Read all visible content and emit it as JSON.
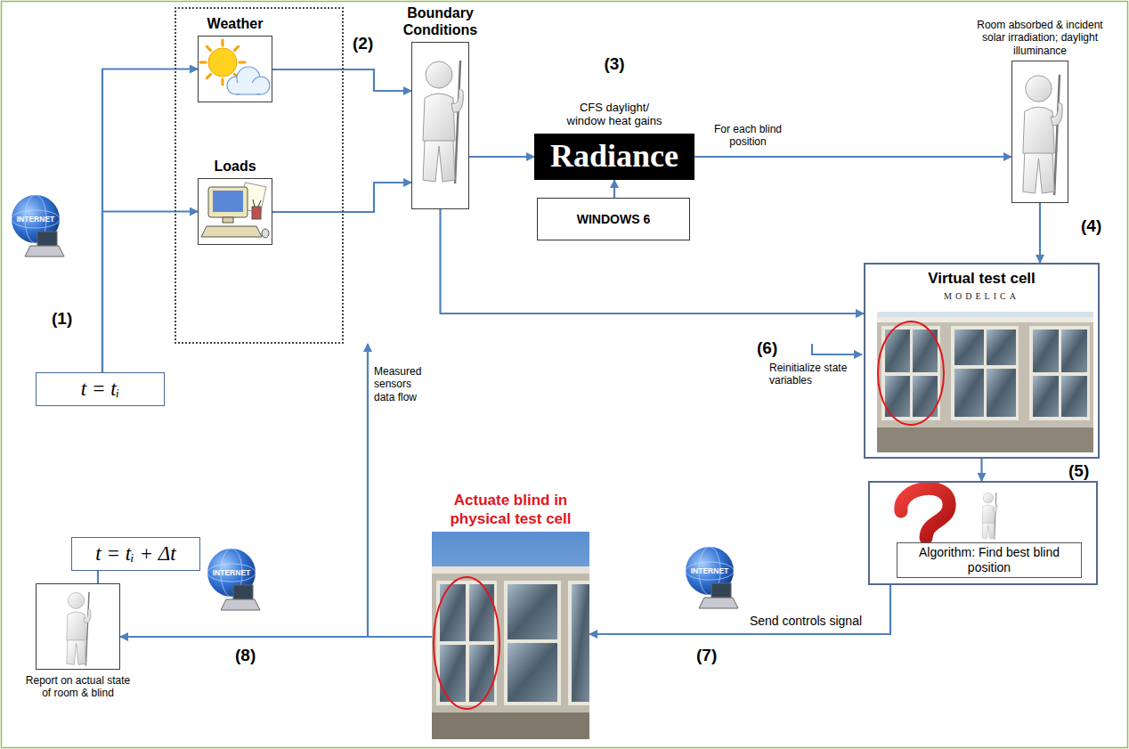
{
  "diagram": {
    "nodes": [
      {
        "text": [
          "(2)"
        ]
      },
      {
        "text": [
          "Weather"
        ],
        "in": 0
      },
      {
        "text": [
          "Loads"
        ],
        "in": 0
      },
      {
        "text": [
          "t = tᵢ"
        ]
      },
      {
        "text": [
          "Boundary Conditions"
        ]
      },
      {
        "text": [
          "CFS daylight/ window heat gains",
          "Radiance"
        ]
      },
      {
        "text": [
          "WINDOWS 6"
        ]
      },
      {
        "text": [
          "Room absorbed & incident solar irradiation; daylight illuminance"
        ]
      },
      {
        "text": [
          "Virtual test cell",
          "MODELICA"
        ]
      },
      {
        "text": [
          "Algorithm: Find best blind position"
        ]
      },
      {
        "text": [
          "Actuate blind in physical test cell"
        ]
      },
      {
        "text": [
          "Report on actual state of room & blind"
        ]
      },
      {
        "text": [
          "t = tᵢ + Δt"
        ]
      }
    ],
    "edges": [
      {
        "from": 3,
        "to": 1,
        "arrow": "to"
      },
      {
        "from": 3,
        "to": 2,
        "arrow": "to"
      },
      {
        "from": 1,
        "to": 4,
        "arrow": "to"
      },
      {
        "from": 2,
        "to": 4,
        "arrow": "to"
      },
      {
        "from": 4,
        "to": 5,
        "arrow": "to"
      },
      {
        "from": 6,
        "to": 5,
        "arrow": "to"
      },
      {
        "from": 5,
        "to": 7,
        "label": "For each blind position",
        "arrow": "to"
      },
      {
        "from": 7,
        "to": 8,
        "arrow": "to"
      },
      {
        "from": 4,
        "to": 8,
        "arrow": "to"
      },
      {
        "from": 8,
        "to": 9,
        "arrow": "to"
      },
      {
        "from": 9,
        "to": 10,
        "label": "Send controls signal",
        "arrow": "to"
      },
      {
        "from": 10,
        "to": 11,
        "arrow": "to"
      },
      {
        "from": 10,
        "to": 0,
        "label": "Measured sensors data flow",
        "arrow": "to"
      },
      {
        "from": 11,
        "to": 12,
        "arrow": "none"
      }
    ],
    "labels": [
      "INTERNET",
      "(1)",
      "(3)",
      "(4)",
      "(6)",
      "Reinitialize state variables",
      "(5)",
      "INTERNET",
      "(7)",
      "INTERNET",
      "(8)"
    ]
  }
}
